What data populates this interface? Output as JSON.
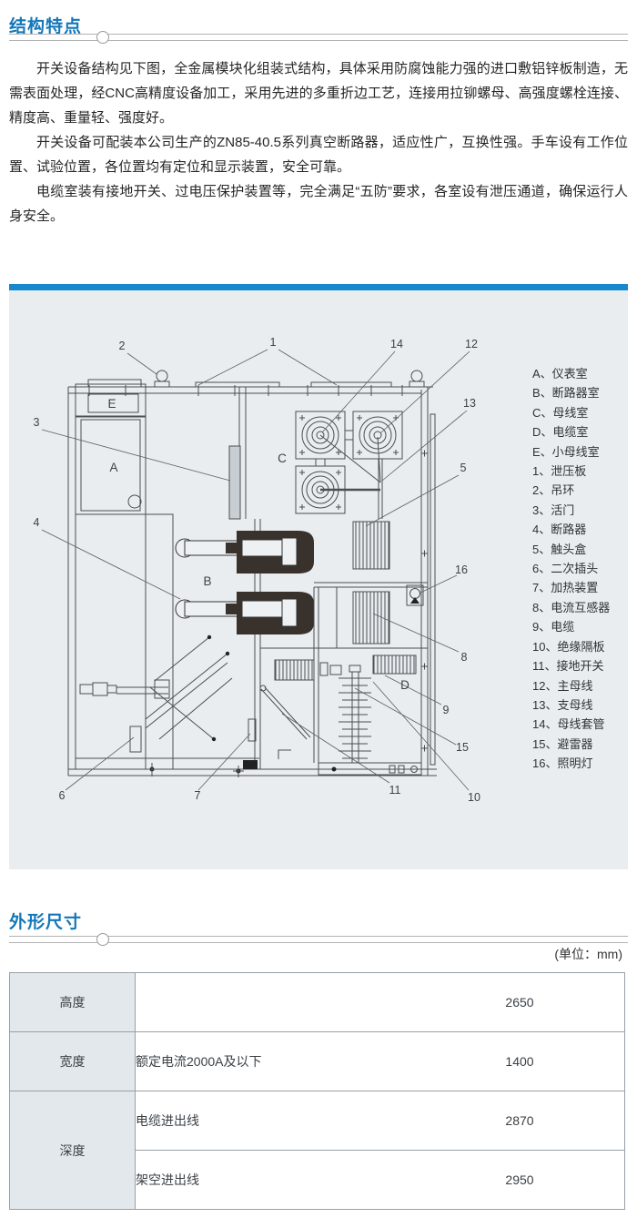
{
  "section_structure": {
    "title": "结构特点",
    "paragraphs": [
      "开关设备结构见下图，全金属模块化组装式结构，具体采用防腐蚀能力强的进口敷铝锌板制造，无需表面处理，经CNC高精度设备加工，采用先进的多重折边工艺，连接用拉铆螺母、高强度螺栓连接、精度高、重量轻、强度好。",
      "开关设备可配装本公司生产的ZN85-40.5系列真空断路器，适应性广，互换性强。手车设有工作位置、试验位置，各位置均有定位和显示装置，安全可靠。",
      "电缆室装有接地开关、过电压保护装置等，完全满足“五防”要求，各室设有泄压通道，确保运行人身安全。"
    ]
  },
  "diagram": {
    "accent_color": "#1589cb",
    "panel_bg": "#e9edf0",
    "legend": [
      "A、仪表室",
      "B、断路器室",
      "C、母线室",
      "D、电缆室",
      "E、小母线室",
      "1、泄压板",
      "2、吊环",
      "3、活门",
      "4、断路器",
      "5、触头盒",
      "6、二次插头",
      "7、加热装置",
      "8、电流互感器",
      "9、电缆",
      "10、绝缘隔板",
      "11、接地开关",
      "12、主母线",
      "13、支母线",
      "14、母线套管",
      "15、避雷器",
      "16、照明灯"
    ],
    "callouts": {
      "c1": "1",
      "c2": "2",
      "c3": "3",
      "c4": "4",
      "c5": "5",
      "c6": "6",
      "c7": "7",
      "c8": "8",
      "c9": "9",
      "c10": "10",
      "c11": "11",
      "c12": "12",
      "c13": "13",
      "c14": "14",
      "c15": "15",
      "c16": "16",
      "rA": "A",
      "rB": "B",
      "rC": "C",
      "rD": "D",
      "rE": "E"
    }
  },
  "section_dimensions": {
    "title": "外形尺寸",
    "unit_note": "(单位：mm)",
    "table": {
      "rows": [
        {
          "category": "高度",
          "condition": "",
          "value": "2650"
        },
        {
          "category": "宽度",
          "condition": "额定电流2000A及以下",
          "value": "1400"
        },
        {
          "category": "深度",
          "condition": "电缆进出线",
          "value": "2870"
        },
        {
          "category": "",
          "condition": "架空进出线",
          "value": "2950"
        }
      ]
    }
  }
}
